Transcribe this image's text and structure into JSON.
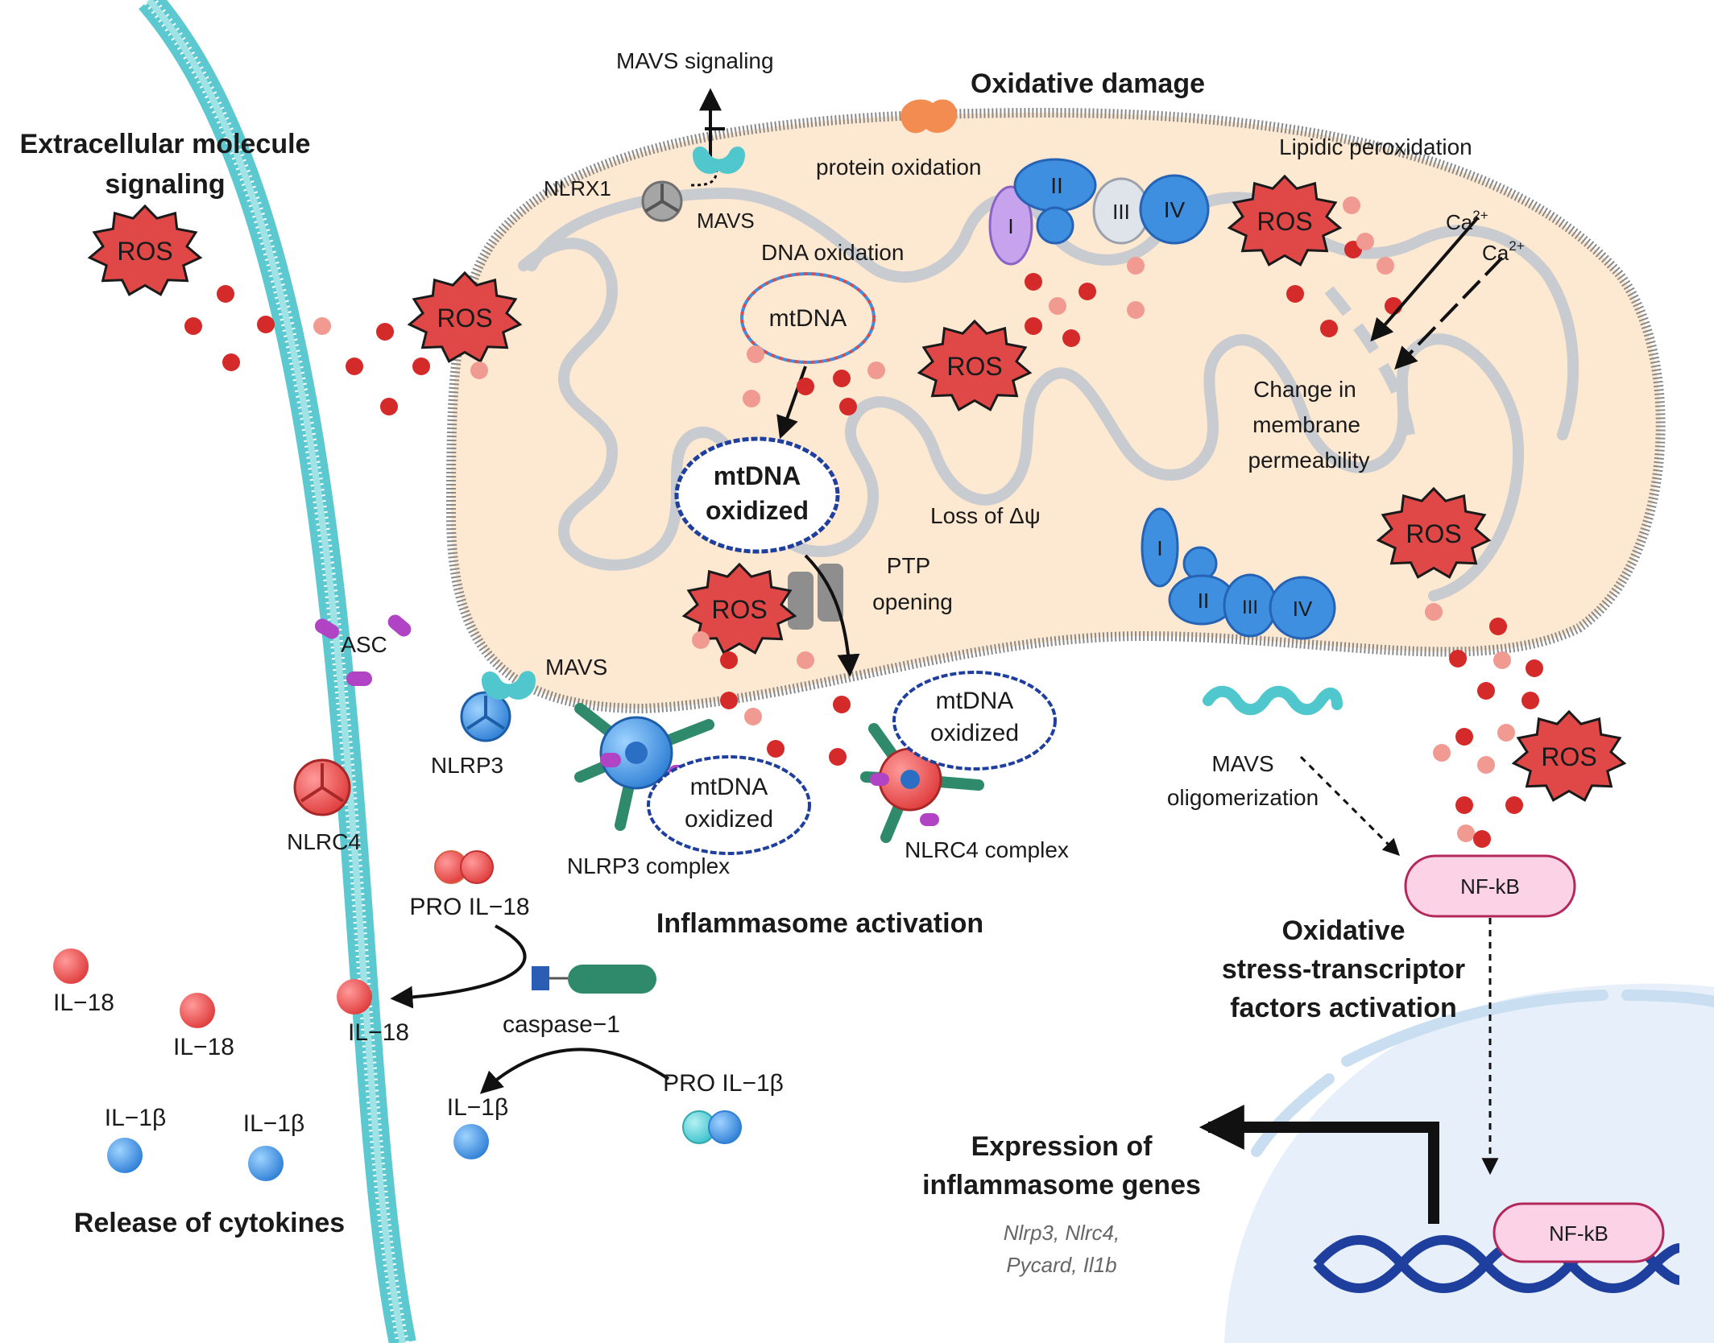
{
  "labels": {
    "extracellular_title_1": "Extracellular molecule",
    "extracellular_title_2": "signaling",
    "mavs_signaling": "MAVS signaling",
    "oxidative_damage": "Oxidative damage",
    "nlrx1": "NLRX1",
    "mavs_top": "MAVS",
    "protein_oxidation": "protein oxidation",
    "lipidic_peroxidation": "Lipidic peroxidation",
    "dna_oxidation": "DNA oxidation",
    "mtdna": "mtDNA",
    "mtdna_oxidized_1": "mtDNA",
    "mtdna_oxidized_2": "oxidized",
    "loss_of_potential": "Loss of Δψ",
    "ptp_1": "PTP",
    "ptp_2": "opening",
    "change_1": "Change in",
    "change_2": "membrane",
    "change_3": "permeability",
    "ca": "Ca",
    "ca_sup": "2+",
    "ros": "ROS",
    "asc": "ASC",
    "mavs_mid": "MAVS",
    "nlrp3": "NLRP3",
    "nlrc4": "NLRC4",
    "nlrp3_complex": "NLRP3 complex",
    "nlrc4_complex": "NLRC4 complex",
    "complex_mtdna_1": "mtDNA",
    "complex_mtdna_2": "oxidized",
    "inflammasome_activation": "Inflammasome activation",
    "mavs_oligo_1": "MAVS",
    "mavs_oligo_2": "oligomerization",
    "nfkb": "NF-kB",
    "oxidative_tf_1": "Oxidative",
    "oxidative_tf_2": "stress-transcriptor",
    "oxidative_tf_3": "factors activation",
    "pro_il18": "PRO IL−18",
    "il18": "IL−18",
    "caspase1": "caspase−1",
    "pro_il1b": "PRO IL−1β",
    "il1b": "IL−1β",
    "release_of_cytokines": "Release of cytokines",
    "expression_1": "Expression of",
    "expression_2": "inflammasome genes",
    "genes_1": "Nlrp3, Nlrc4,",
    "genes_2": "Pycard, Il1b",
    "complex_i": "I",
    "complex_ii": "II",
    "complex_iii": "III",
    "complex_iv": "IV"
  },
  "colors": {
    "ros_red": "#e04848",
    "ros_dot": "#d42a2a",
    "ros_dot_light": "#f09a92",
    "matrix": "#fde9d2",
    "membrane": "#c4c7cc",
    "cell_membrane": "#4fc7cc",
    "complex_blue": "#3f8fe0",
    "nfkb_pink": "#fbd2e6",
    "nfkb_border": "#b3285a",
    "dna_blue": "#1f3f9e",
    "nucleus": "#e6f0fa",
    "caspase_green": "#2e8a6b",
    "asc_purple": "#b144c4"
  }
}
